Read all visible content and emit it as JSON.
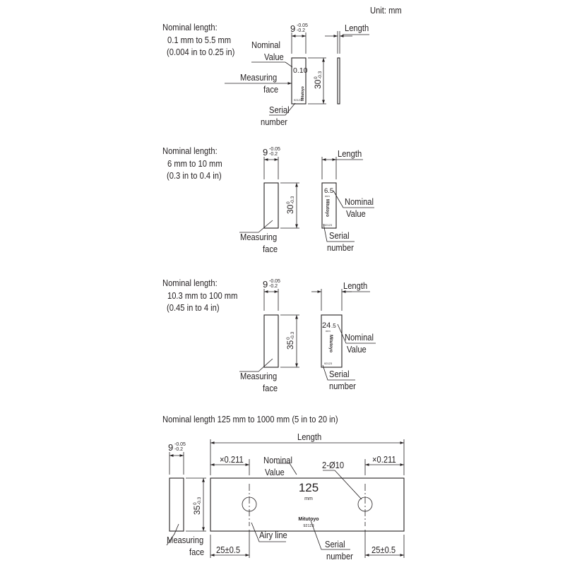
{
  "unit": "Unit: mm",
  "sections": [
    {
      "heading": "Nominal length:",
      "range_mm": "0.1 mm to 5.5 mm",
      "range_in": "(0.004 in to 0.25 in)",
      "width_main": "9",
      "width_tol_upper": "-0.05",
      "width_tol_lower": "-0.2",
      "length_label": "Length",
      "height_main": "30",
      "height_tol_upper": "0",
      "height_tol_lower": "-0.3",
      "callouts": {
        "nominal_line1": "Nominal",
        "nominal_line2": "Value",
        "face_line1": "Measuring",
        "face_line2": "face",
        "serial_line1": "Serial",
        "serial_line2": "number"
      },
      "block_value": "0.10",
      "block_brand": "Mitutoyo",
      "block_serial": "92123"
    },
    {
      "heading": "Nominal length:",
      "range_mm": "6 mm to 10 mm",
      "range_in": "(0.3 in to 0.4 in)",
      "width_main": "9",
      "width_tol_upper": "-0.05",
      "width_tol_lower": "-0.2",
      "length_label": "Length",
      "height_main": "30",
      "height_tol_upper": "0",
      "height_tol_lower": "-0.3",
      "callouts": {
        "nominal_line1": "Nominal",
        "nominal_line2": "Value",
        "face_line1": "Measuring",
        "face_line2": "face",
        "serial_line1": "Serial",
        "serial_line2": "number"
      },
      "block_value": "6.5",
      "block_unit": "mm",
      "block_brand": "Mitutoyo",
      "block_serial": "92123"
    },
    {
      "heading": "Nominal length:",
      "range_mm": "10.3 mm to 100 mm",
      "range_in": "(0.45 in to 4 in)",
      "width_main": "9",
      "width_tol_upper": "-0.05",
      "width_tol_lower": "-0.2",
      "length_label": "Length",
      "height_main": "35",
      "height_tol_upper": "0",
      "height_tol_lower": "-0.3",
      "callouts": {
        "nominal_line1": "Nominal",
        "nominal_line2": "Value",
        "face_line1": "Measuring",
        "face_line2": "face",
        "serial_line1": "Serial",
        "serial_line2": "number"
      },
      "block_value_main": "24",
      "block_value_dec": ".5",
      "block_unit": "mm",
      "block_brand": "Mitutoyo",
      "block_serial": "92123"
    },
    {
      "heading": "Nominal length 125 mm to 1000 mm (5 in to 20 in)",
      "width_main": "9",
      "width_tol_upper": "-0.05",
      "width_tol_lower": "-0.2",
      "length_label": "Length",
      "height_main": "35",
      "height_tol_upper": "0",
      "height_tol_lower": "-0.3",
      "factor_left": "×0.211",
      "factor_right": "×0.211",
      "holes": "2-Ø10",
      "offset_left": "25±0.5",
      "offset_right": "25±0.5",
      "callouts": {
        "nominal_line1": "Nominal",
        "nominal_line2": "Value",
        "face_line1": "Measuring",
        "face_line2": "face",
        "serial_line1": "Serial",
        "serial_line2": "number",
        "airy": "Airy line"
      },
      "block_value": "125",
      "block_unit": "mm",
      "block_brand": "Mitutoyo",
      "block_serial": "92123"
    }
  ]
}
